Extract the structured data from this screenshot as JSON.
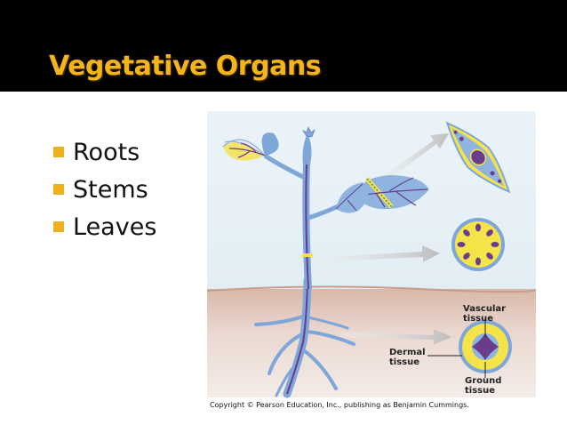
{
  "slide": {
    "title": "Vegetative Organs",
    "bullets": [
      "Roots",
      "Stems",
      "Leaves"
    ]
  },
  "figure": {
    "labels": {
      "vascular_1": "Vascular",
      "vascular_2": "tissue",
      "dermal_1": "Dermal",
      "dermal_2": "tissue",
      "ground_1": "Ground",
      "ground_2": "tissue"
    },
    "credit": "Copyright © Pearson Education, Inc., publishing as Benjamin Cummings."
  },
  "colors": {
    "title": "#f3b51b",
    "bullet": "#f0b01e",
    "title_band": "#000000",
    "dermal": "#f5e34a",
    "vascular": "#6a3c8c",
    "plant_blue": "#7fa6d8"
  },
  "icons": [
    "bullet-square-icon",
    "arrow-right-icon"
  ]
}
